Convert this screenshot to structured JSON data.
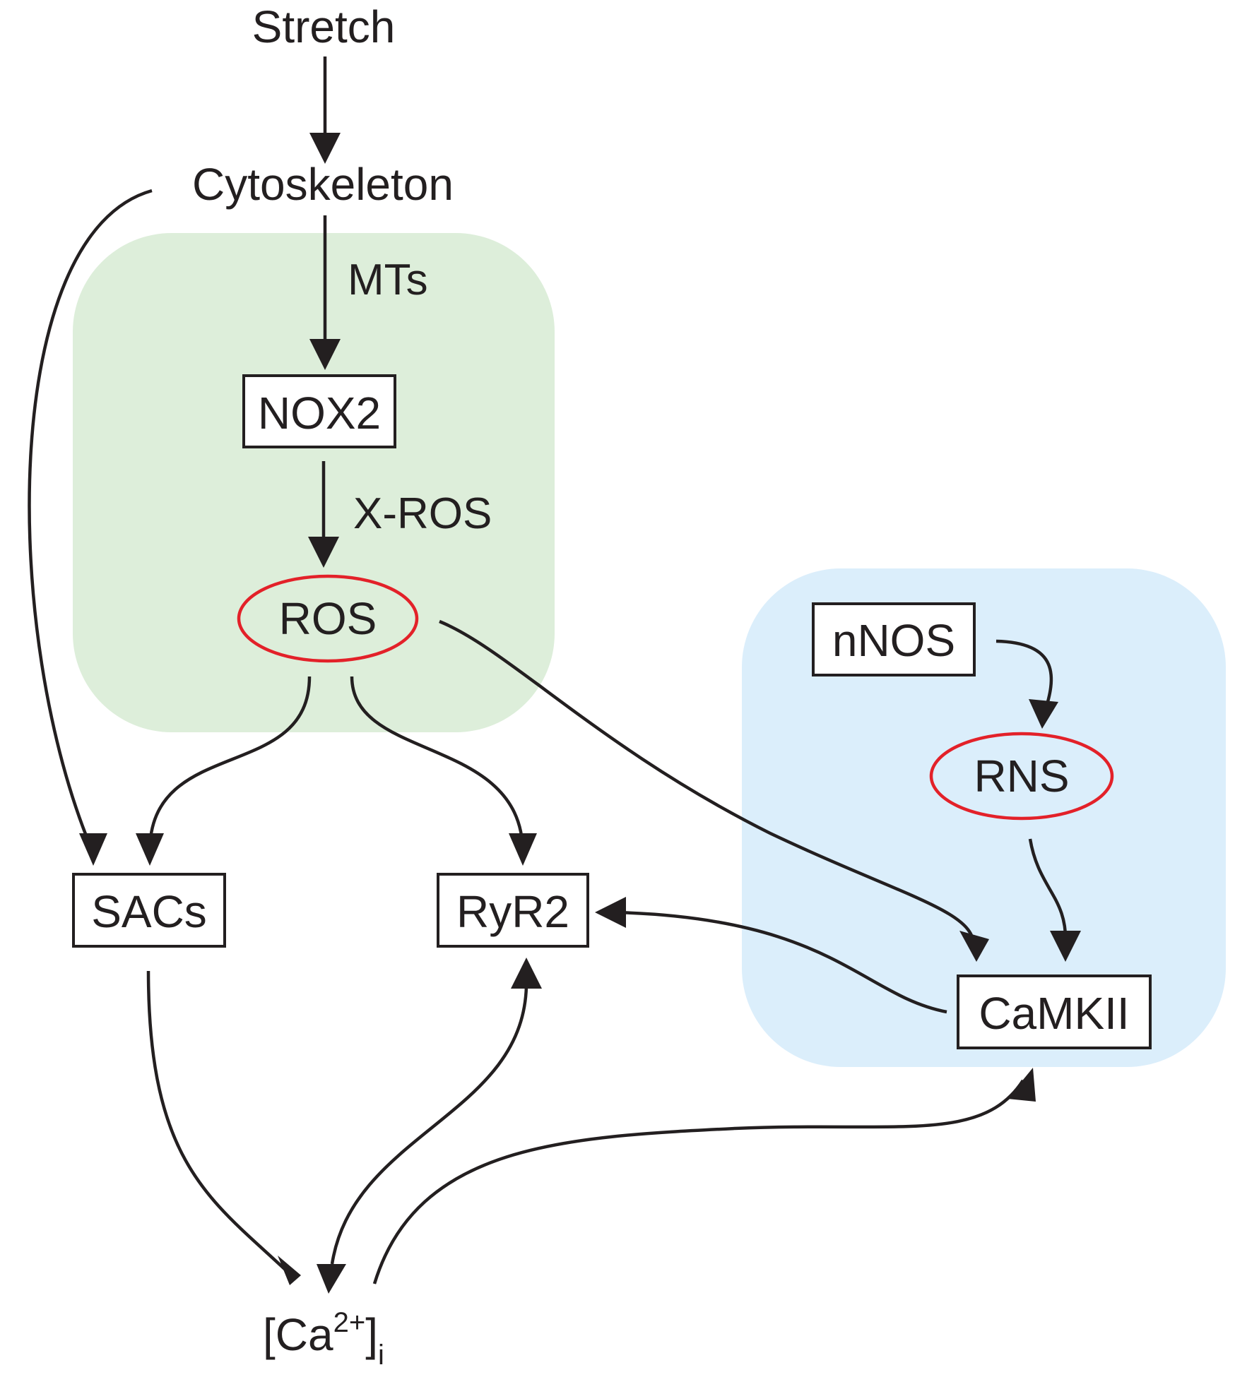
{
  "colors": {
    "ros_region": "#ddeeda",
    "rns_region": "#dbeefb",
    "ellipse_stroke": "#e32129",
    "line": "#231f20"
  },
  "nodes": {
    "stretch": "Stretch",
    "cytoskeleton": "Cytoskeleton",
    "nox2": "NOX2",
    "ros": "ROS",
    "nnos": "nNOS",
    "rns": "RNS",
    "sacs": "SACs",
    "ryr2": "RyR2",
    "camkii": "CaMKII",
    "calcium": {
      "base": "[Ca",
      "superscript": "2+",
      "bracket": "]",
      "subscript": "i"
    }
  },
  "edge_labels": {
    "mts": "MTs",
    "xros": "X-ROS"
  },
  "edges": [
    {
      "from": "Stretch",
      "to": "Cytoskeleton"
    },
    {
      "from": "Cytoskeleton",
      "to": "NOX2",
      "label": "MTs"
    },
    {
      "from": "NOX2",
      "to": "ROS",
      "label": "X-ROS"
    },
    {
      "from": "Cytoskeleton",
      "to": "SACs"
    },
    {
      "from": "ROS",
      "to": "SACs"
    },
    {
      "from": "ROS",
      "to": "RyR2"
    },
    {
      "from": "ROS",
      "to": "CaMKII"
    },
    {
      "from": "nNOS",
      "to": "RNS"
    },
    {
      "from": "RNS",
      "to": "CaMKII"
    },
    {
      "from": "CaMKII",
      "to": "RyR2"
    },
    {
      "from": "SACs",
      "to": "[Ca2+]i"
    },
    {
      "from": "[Ca2+]i",
      "to": "RyR2",
      "bidirectional": true
    },
    {
      "from": "[Ca2+]i",
      "to": "CaMKII"
    }
  ]
}
